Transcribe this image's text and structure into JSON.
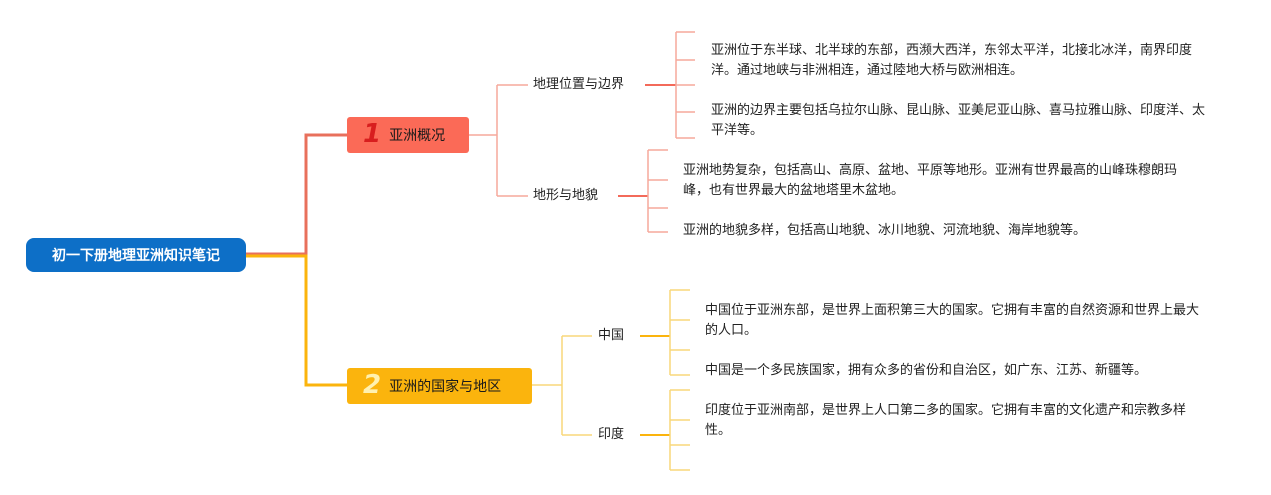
{
  "root": {
    "title": "初一下册地理亚洲知识笔记"
  },
  "branches": [
    {
      "number": "1",
      "label": "亚洲概况",
      "color": "#fb6a57",
      "children": [
        {
          "label": "地理位置与边界",
          "notes": [
            "亚洲位于东半球、北半球的东部，西濒大西洋，东邻太平洋，北接北冰洋，南界印度洋。通过地峡与非洲相连，通过陸地大桥与欧洲相连。",
            "亚洲的边界主要包括乌拉尔山脉、昆山脉、亚美尼亚山脉、喜马拉雅山脉、印度洋、太平洋等。"
          ]
        },
        {
          "label": "地形与地貌",
          "notes": [
            "亚洲地势复杂，包括高山、高原、盆地、平原等地形。亚洲有世界最高的山峰珠穆朗玛峰，也有世界最大的盆地塔里木盆地。",
            "亚洲的地貌多样，包括高山地貌、冰川地貌、河流地貌、海岸地貌等。"
          ]
        }
      ]
    },
    {
      "number": "2",
      "label": "亚洲的国家与地区",
      "color": "#fbb40d",
      "children": [
        {
          "label": "中国",
          "notes": [
            "中国位于亚洲东部，是世界上面积第三大的国家。它拥有丰富的自然资源和世界上最大的人口。",
            "中国是一个多民族国家，拥有众多的省份和自治区，如广东、江苏、新疆等。"
          ]
        },
        {
          "label": "印度",
          "notes": [
            "印度位于亚洲南部，是世界上人口第二多的国家。它拥有丰富的文化遗产和宗教多样性。"
          ]
        }
      ]
    }
  ]
}
